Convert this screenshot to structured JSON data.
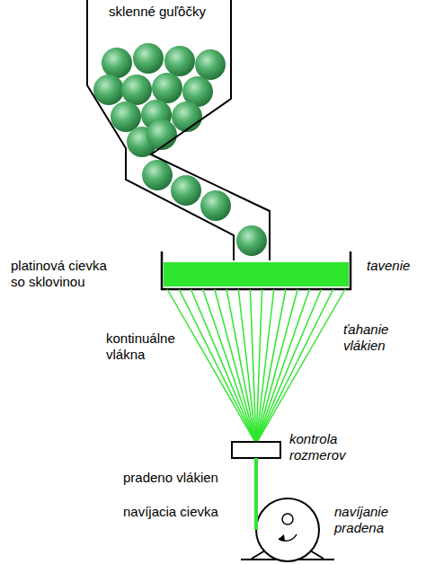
{
  "diagram": {
    "nodes": [
      {
        "text": [
          "sklenné guľôčky"
        ]
      }
    ],
    "labels": [
      "platinová cievka so sklovinou",
      "tavenie",
      "kontinuálne vlákna",
      "ťahanie vlákien",
      "kontrola rozmerov",
      "pradeno vlákien",
      "navíjacia cievka",
      "navíjanie pradena"
    ]
  }
}
